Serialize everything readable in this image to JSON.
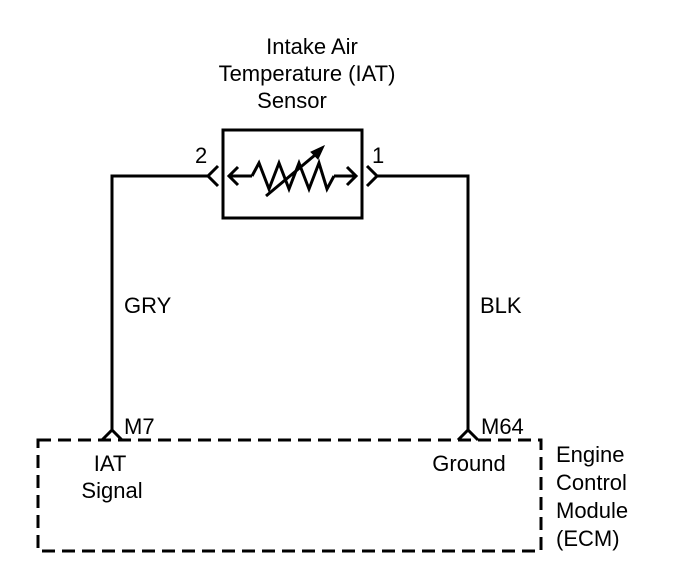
{
  "sensor": {
    "title_lines": [
      "Intake Air",
      "Temperature (IAT)",
      "Sensor"
    ],
    "pin_left": "2",
    "pin_right": "1"
  },
  "wires": {
    "left_color": "GRY",
    "right_color": "BLK"
  },
  "ecm": {
    "pin_left": "M7",
    "pin_right": "M64",
    "left_label_lines": [
      "IAT",
      "Signal"
    ],
    "right_label": "Ground",
    "module_lines": [
      "Engine",
      "Control",
      "Module",
      "(ECM)"
    ]
  }
}
